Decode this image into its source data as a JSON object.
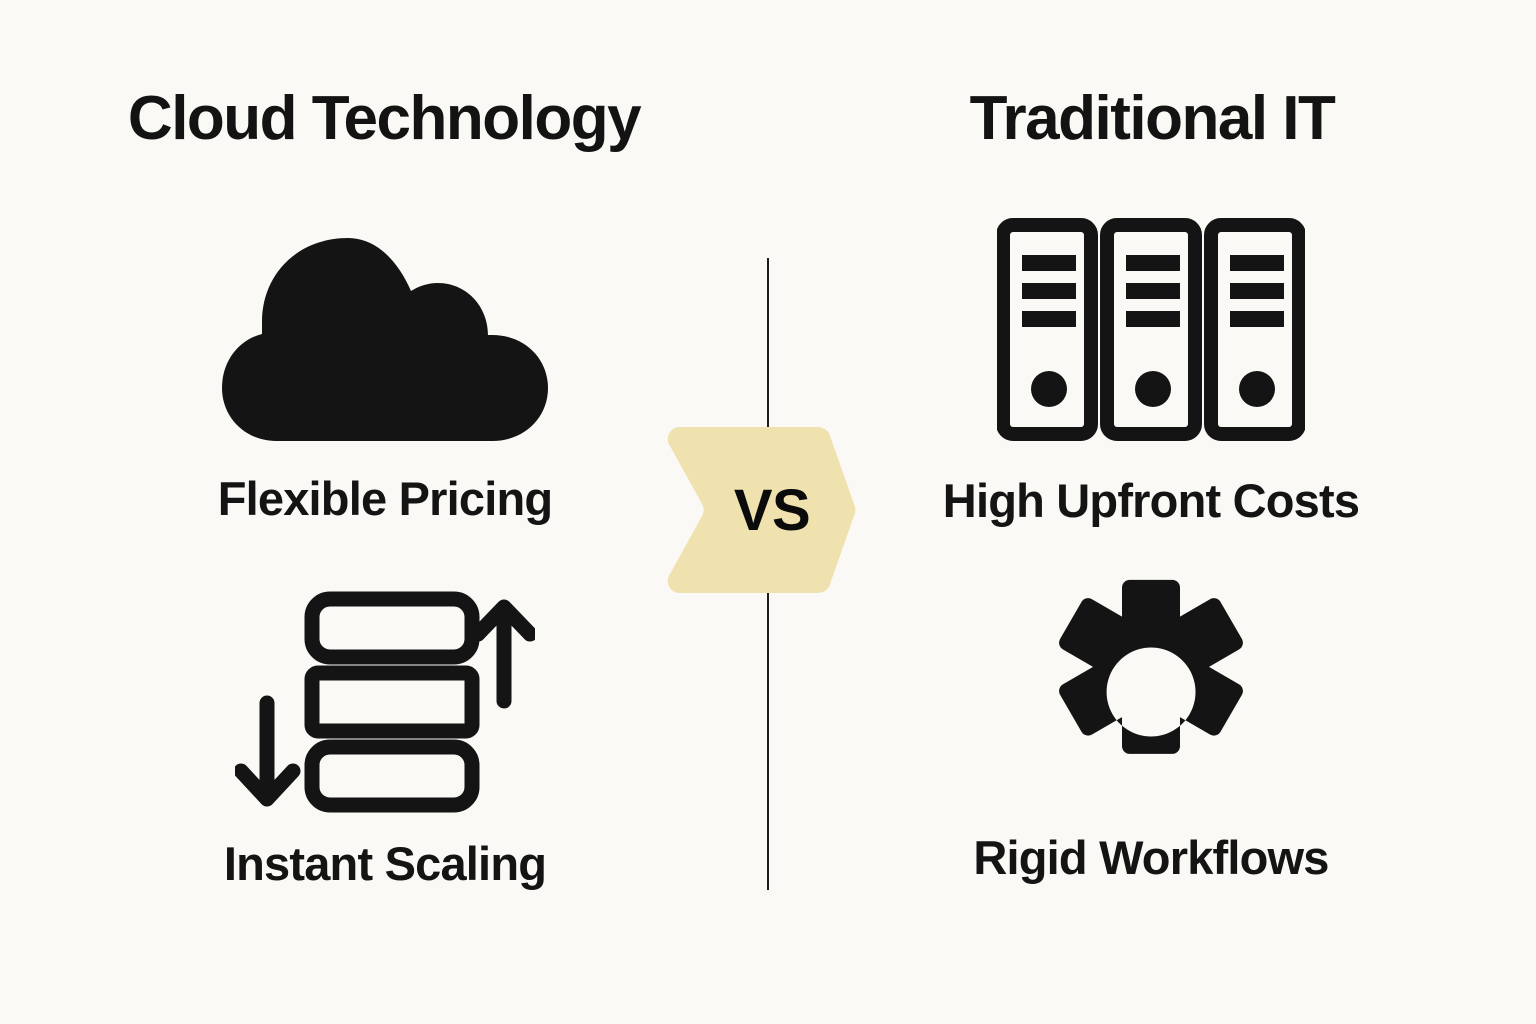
{
  "background_color": "#FBF9F5",
  "ink_color": "#141414",
  "accent_color": "#EFE2AF",
  "columns": {
    "left": {
      "title": "Cloud Technology",
      "features": [
        {
          "icon": "cloud-icon",
          "label": "Flexible Pricing"
        },
        {
          "icon": "scaling-arrows-icon",
          "label": "Instant Scaling"
        }
      ]
    },
    "right": {
      "title": "Traditional IT",
      "features": [
        {
          "icon": "server-racks-icon",
          "label": "High Upfront Costs"
        },
        {
          "icon": "gear-icon",
          "label": "Rigid Workflows"
        }
      ]
    }
  },
  "versus_badge": {
    "label": "VS",
    "fill_color": "#EFE2AF",
    "text_color": "#0B0B0B"
  },
  "divider": {
    "color": "#1C1C1C"
  }
}
